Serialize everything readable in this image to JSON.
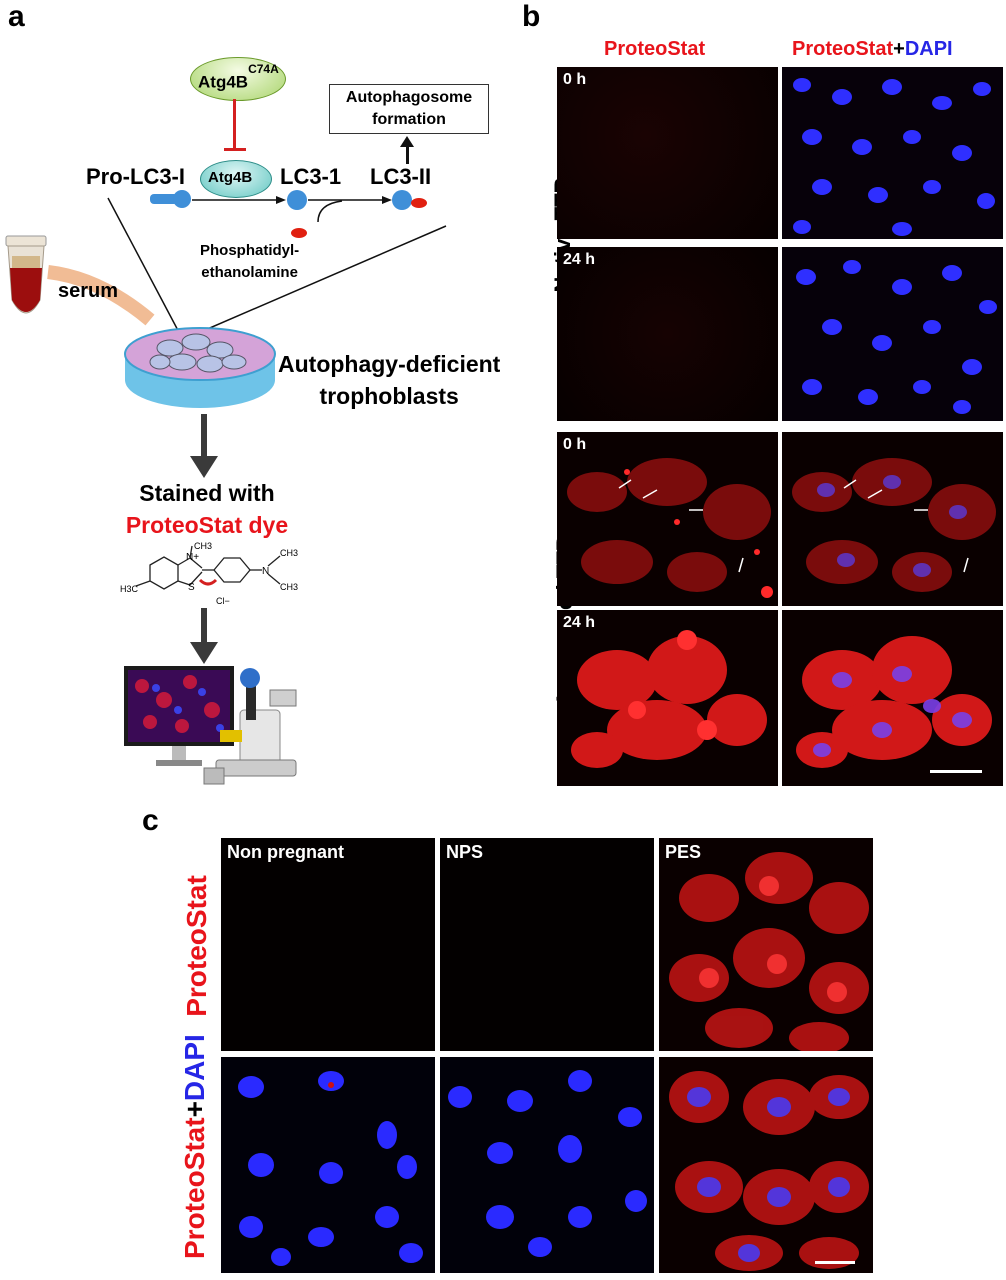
{
  "panels": {
    "a": "a",
    "b": "b",
    "c": "c"
  },
  "panel_a": {
    "mutant_label": "Atg4B",
    "mutant_superscript": "C74A",
    "autophagosome_line1": "Autophagosome",
    "autophagosome_line2": "formation",
    "pro_lc3": "Pro-LC3-I",
    "atg4b": "Atg4B",
    "lc3_1": "LC3-1",
    "lc3_2": "LC3-II",
    "pe_line1": "Phosphatidyl-",
    "pe_line2": "ethanolamine",
    "serum": "serum",
    "cells_line1": "Autophagy-deficient",
    "cells_line2": "trophoblasts",
    "stained_with": "Stained with",
    "dye": "ProteoStat dye",
    "chem_ch3_top": "CH3",
    "chem_n_plus": "N+",
    "chem_s": "S",
    "chem_h3c": "H3C",
    "chem_n": "N",
    "chem_ch3_r1": "CH3",
    "chem_ch3_r2": "CH3",
    "chem_cl": "Cl−"
  },
  "panel_b": {
    "col1": "ProteoStat",
    "col2_red": "ProteoStat",
    "col2_plus": "+",
    "col2_blue": "DAPI",
    "row_group1": "Native TTR",
    "row_group2": "Aggregated TTR",
    "time_labels": [
      "0 h",
      "24 h",
      "0 h",
      "24 h"
    ]
  },
  "panel_c": {
    "columns": [
      "Non pregnant",
      "NPS",
      "PES"
    ],
    "row1_label": "ProteoStat",
    "row2_red": "ProteoStat",
    "row2_plus": "+",
    "row2_blue": "DAPI"
  },
  "colors": {
    "red": "#e8141b",
    "blue": "#2626e6",
    "dapi": "#2a2aff",
    "proteostat": "#e01010"
  }
}
